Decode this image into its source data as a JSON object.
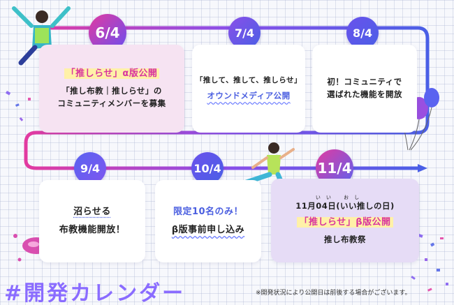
{
  "title": "#開発カレンダー",
  "note": "※開発状況により公開日は前後する場合がございます。",
  "milestones": [
    {
      "date": "6/4",
      "line1": "「推しらせ」α版公開",
      "line2": "「推し布教｜推しらせ」の",
      "line3": "コミュニティメンバーを募集"
    },
    {
      "date": "7/4",
      "line1": "「推して、推して、推しらせ」",
      "line2": "オウンドメディア公開"
    },
    {
      "date": "8/4",
      "line1": "初！コミュニティで",
      "line2": "選ばれた機能を開放"
    },
    {
      "date": "9/4",
      "line1": "沼らせる",
      "line2": "布教機能開放！"
    },
    {
      "date": "10/4",
      "line1": "限定10名のみ！",
      "line2": "β版事前申し込み"
    },
    {
      "date": "11/4",
      "ruby": "いい おし",
      "line1": "11月04日(いい推しの日)",
      "line2": "「推しらせ」β版公開",
      "line3": "推し布教祭"
    }
  ],
  "colors": {
    "accent_pink": "#e23aa0",
    "accent_blue": "#4a5fe6",
    "accent_purple": "#7e56f0"
  }
}
